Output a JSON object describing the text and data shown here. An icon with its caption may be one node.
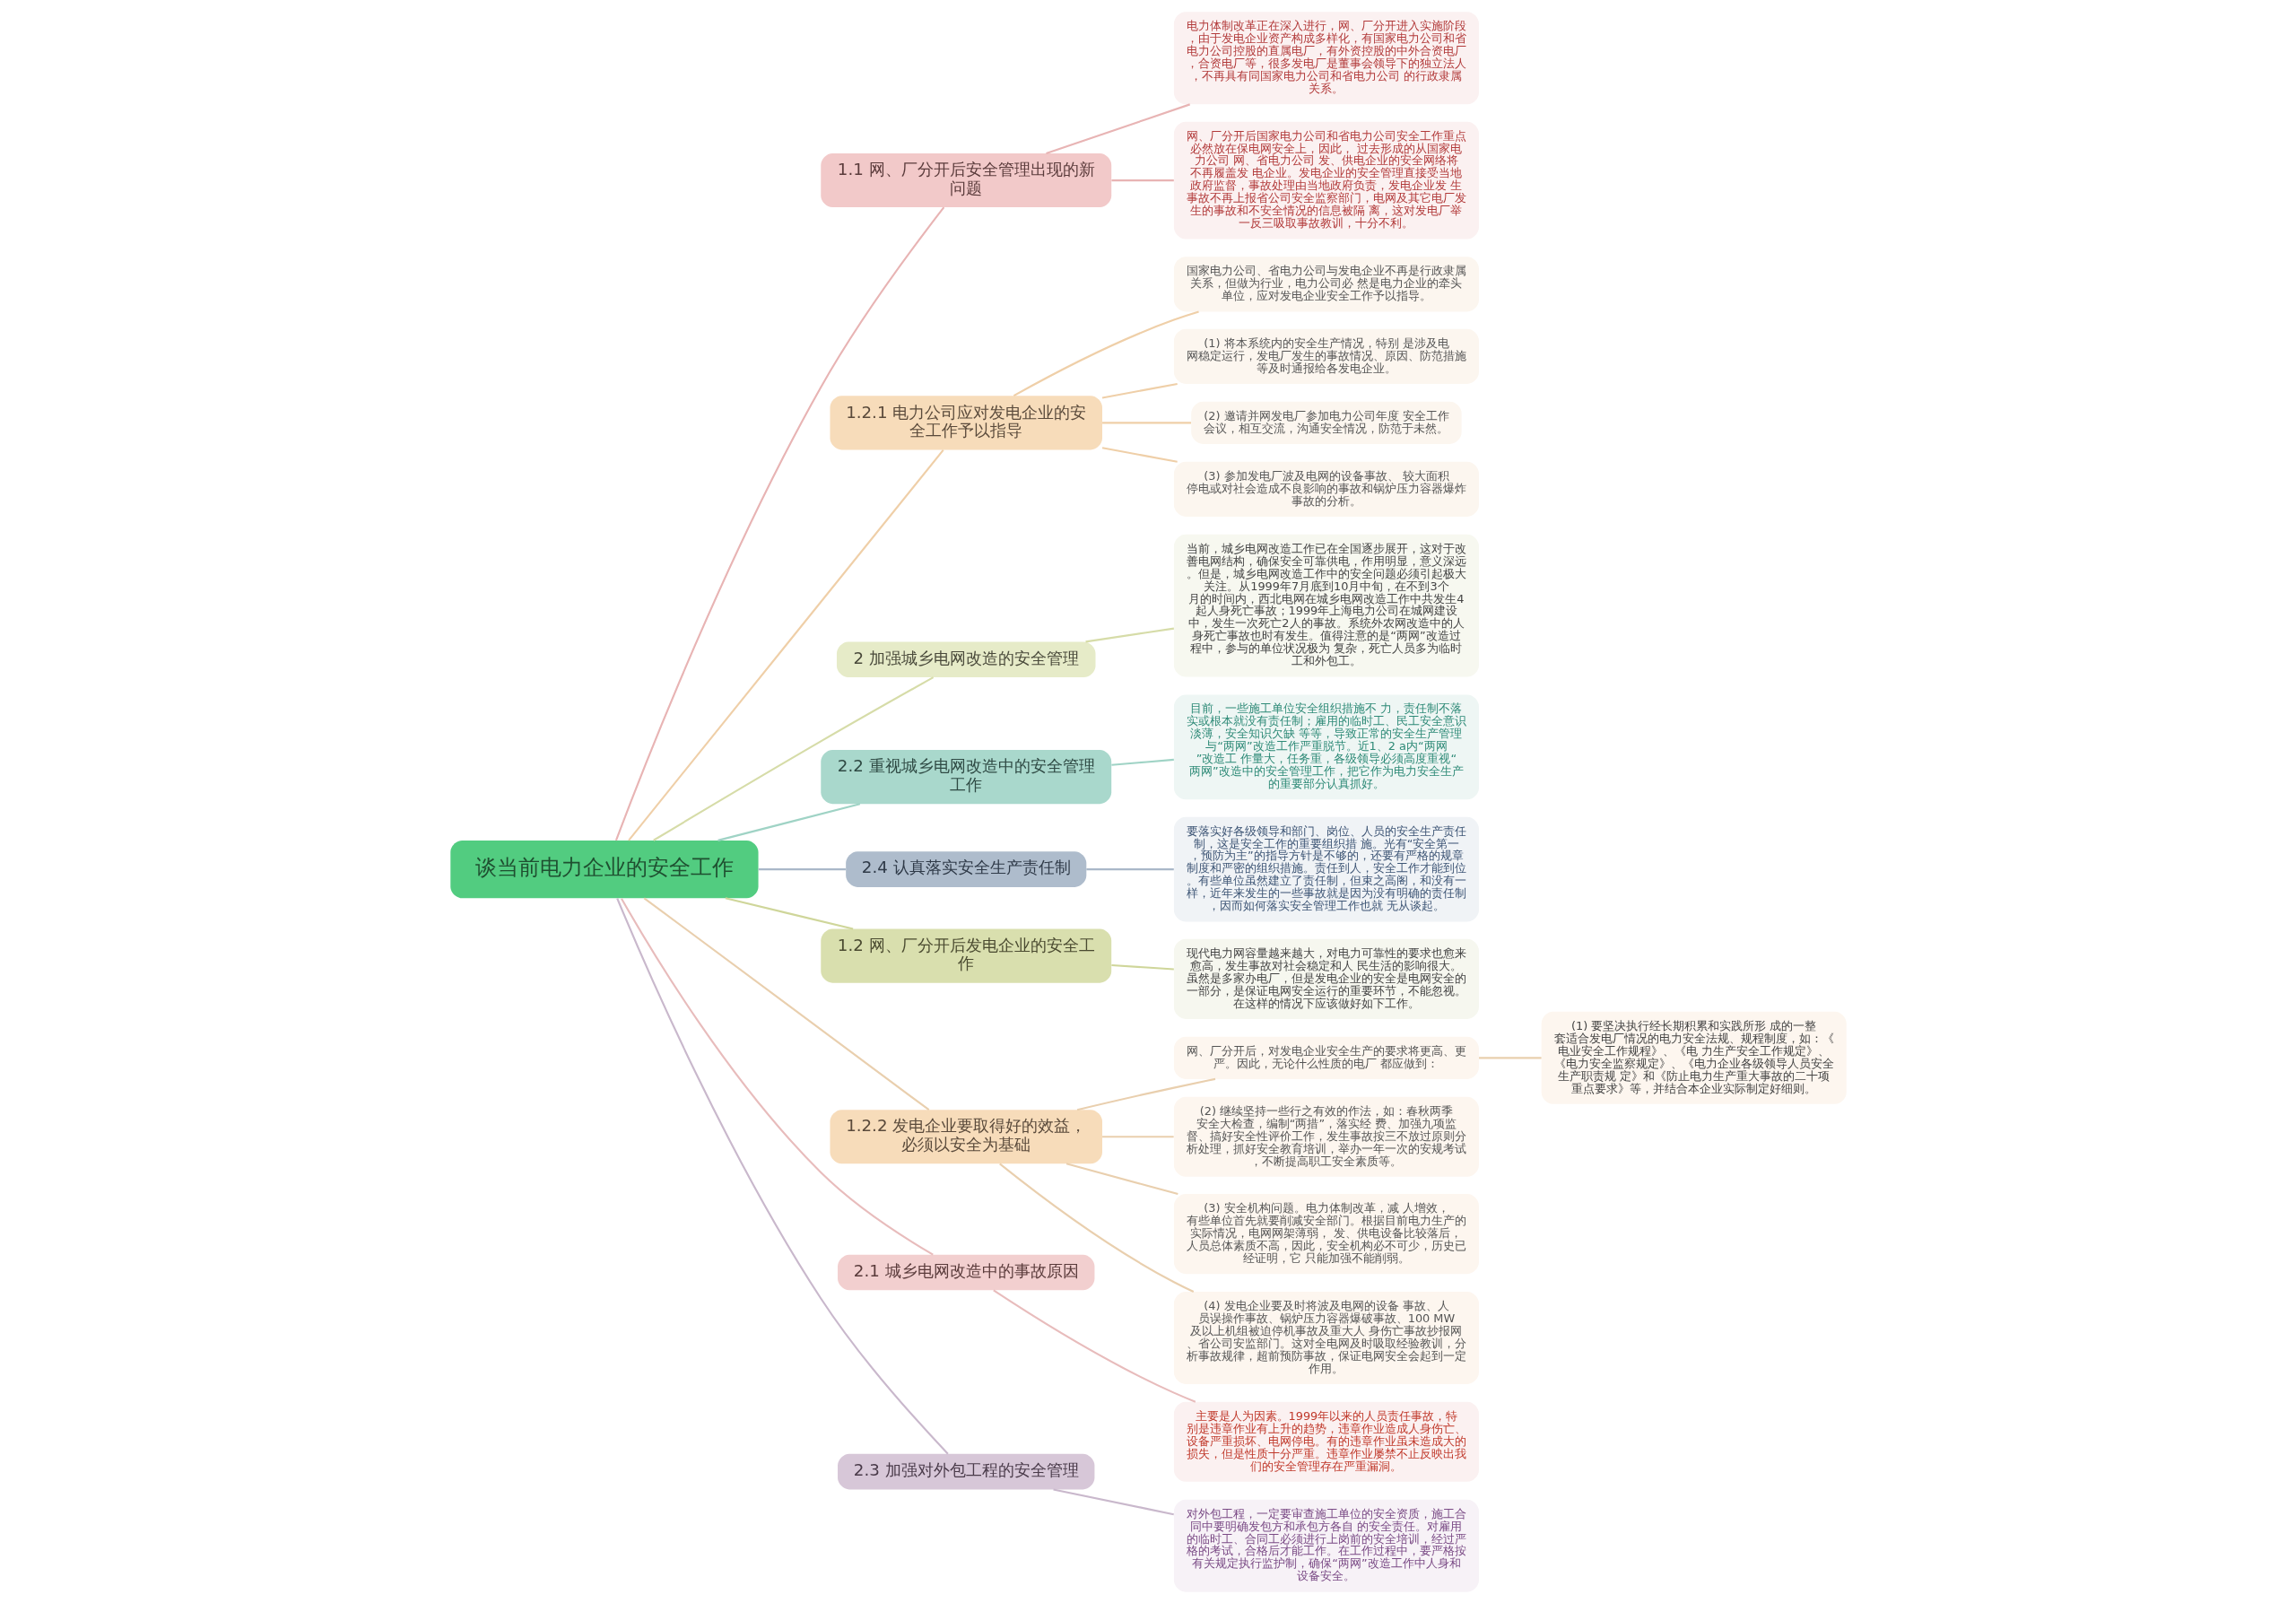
{
  "diagram": {
    "nodes": [
      {
        "text": [
          "谈当前电力企业的安全工作"
        ]
      },
      {
        "text": [
          "1.1 网、厂分开后安全管理出现的新问题"
        ]
      },
      {
        "text": [
          "电力体制改革正在深入进行，网、厂分开进入实施阶段，由于发电企业资产构成多样化，有国家电力公司和省电力公司控股的直属电厂，有外资控股的中外合资电厂，合资电厂等，很多发电厂是董事会领导下的独立法人，不再具有同国家电力公司和省电力公司 的行政隶属关系。"
        ]
      },
      {
        "text": [
          "网、厂分开后国家电力公司和省电力公司安全工作重点必然放在保电网安全上，因此， 过去形成的从国家电力公司 网、省电力公司 发、供电企业的安全网络将不再履盖发 电企业。发电企业的安全管理直接受当地政府监督，事故处理由当地政府负责，发电企业发 生事故不再上报省公司安全监察部门，电网及其它电厂发生的事故和不安全情况的信息被隔 离，这对发电厂举一反三吸取事故教训，十分不利。"
        ]
      },
      {
        "text": [
          "1.2.1 电力公司应对发电企业的安全工作予以指导"
        ]
      },
      {
        "text": [
          "国家电力公司、省电力公司与发电企业不再是行政隶属关系，但做为行业，电力公司必 然是电力企业的牵头单位，应对发电企业安全工作予以指导。"
        ]
      },
      {
        "text": [
          "(1) 将本系统内的安全生产情况，特别 是涉及电网稳定运行，发电厂发生的事故情况、原因、防范措施等及时通报给各发电企业。"
        ]
      },
      {
        "text": [
          "(2) 邀请并网发电厂参加电力公司年度 安全工作会议，相互交流，沟通安全情况，防范于未然。"
        ]
      },
      {
        "text": [
          "(3) 参加发电厂波及电网的设备事故、 较大面积停电或对社会造成不良影响的事故和锅炉压力容器爆炸事故的分析。"
        ]
      },
      {
        "text": [
          "2 加强城乡电网改造的安全管理"
        ]
      },
      {
        "text": [
          "当前，城乡电网改造工作已在全国逐步展开，这对于改善电网结构，确保安全可靠供电，作用明显，意义深远。但是，城乡电网改造工作中的安全问题必须引起极大关注。从1999年7月底到10月中旬，在不到3个月的时间内，西北电网在城乡电网改造工作中共发生4起人身死亡事故；1999年上海电力公司在城网建设中，发生一次死亡2人的事故。系统外农网改造中的人身死亡事故也时有发生。值得注意的是“两网”改造过程中，参与的单位状况极为 复杂，死亡人员多为临时工和外包工。"
        ]
      },
      {
        "text": [
          "2.2 重视城乡电网改造中的安全管理工作"
        ]
      },
      {
        "text": [
          "目前，一些施工单位安全组织措施不 力，责任制不落实或根本就没有责任制；雇用的临时工、民工安全意识淡薄，安全知识欠缺 等等，导致正常的安全生产管理与“两网”改造工作严重脱节。近1、2 a内“两网”改造工 作量大，任务重，各级领导必须高度重视“两网”改造中的安全管理工作，把它作为电力安全生产的重要部分认真抓好。"
        ]
      },
      {
        "text": [
          "2.4 认真落实安全生产责任制"
        ]
      },
      {
        "text": [
          "要落实好各级领导和部门、岗位、人员的安全生产责任制，这是安全工作的重要组织措 施。光有“安全第一，预防为主”的指导方针是不够的，还要有严格的规章制度和严密的组织措施。责任到人，安全工作才能到位。有些单位虽然建立了责任制，但束之高阁，和没有一样，近年来发生的一些事故就是因为没有明确的责任制，因而如何落实安全管理工作也就 无从谈起。"
        ]
      },
      {
        "text": [
          "1.2 网、厂分开后发电企业的安全工作"
        ]
      },
      {
        "text": [
          "现代电力网容量越来越大，对电力可靠性的要求也愈来愈高，发生事故对社会稳定和人 民生活的影响很大。虽然是多家办电厂，但是发电企业的安全是电网安全的一部分，是保证电网安全运行的重要环节，不能忽视。在这样的情况下应该做好如下工作。"
        ]
      },
      {
        "text": [
          "1.2.2 发电企业要取得好的效益，必须以安全为基础"
        ]
      },
      {
        "text": [
          "网、厂分开后，对发电企业安全生产的要求将更高、更严。因此，无论什么性质的电厂 都应做到："
        ]
      },
      {
        "text": [
          "(1) 要坚决执行经长期积累和实践所形 成的一整套适合发电厂情况的电力安全法规、规程制度，如：《电业安全工作规程》、《电 力生产安全工作规定》、《电力安全监察规定》、《电力企业各级领导人员安全生产职责规 定》和《防止电力生产重大事故的二十项重点要求》等，并结合本企业实际制定好细则。"
        ]
      },
      {
        "text": [
          "(2) 继续坚持一些行之有效的作法，如：春秋两季安全大检查，编制“两措”，落实经 费、加强九项监督、搞好安全性评价工作，发生事故按三不放过原则分析处理，抓好安全教育培训，举办一年一次的安规考试，不断提高职工安全素质等。"
        ]
      },
      {
        "text": [
          "(3) 安全机构问题。电力体制改革，减 人增效，有些单位首先就要削减安全部门。根据目前电力生产的实际情况，电网网架薄弱， 发、供电设备比较落后，人员总体素质不高，因此，安全机构必不可少，历史已经证明，它 只能加强不能削弱。"
        ]
      },
      {
        "text": [
          "(4) 发电企业要及时将波及电网的设备 事故、人员误操作事故、锅炉压力容器爆破事故、100 MW及以上机组被迫停机事故及重大人 身伤亡事故抄报网、省公司安监部门。这对全电网及时吸取经验教训，分析事故规律，超前预防事故，保证电网安全会起到一定作用。"
        ]
      },
      {
        "text": [
          "2.1 城乡电网改造中的事故原因"
        ]
      },
      {
        "text": [
          "主要是人为因素。1999年以来的人员责任事故，特别是违章作业有上升的趋势，违章作业造成人身伤亡、设备严重损坏、电网停电。有的违章作业虽未造成大的损失，但是性质十分严重。违章作业屡禁不止反映出我们的安全管理存在严重漏洞。"
        ]
      },
      {
        "text": [
          "2.3 加强对外包工程的安全管理"
        ]
      },
      {
        "text": [
          "对外包工程，一定要审查施工单位的安全资质，施工合同中要明确发包方和承包方各自 的安全责任。对雇用的临时工、合同工必须进行上岗前的安全培训，经过严格的考试，合格后才能工作。在工作过程中，要严格按有关规定执行监护制，确保“两网”改造工作中人身和设备安全。"
        ]
      }
    ],
    "edges": [
      {
        "from": 0,
        "to": 1,
        "arrow": "none",
        "color": "#e8b4b4"
      },
      {
        "from": 1,
        "to": 2,
        "arrow": "none",
        "color": "#e8b4b4"
      },
      {
        "from": 1,
        "to": 3,
        "arrow": "none",
        "color": "#e8b4b4"
      },
      {
        "from": 0,
        "to": 4,
        "arrow": "none",
        "color": "#efcfa8"
      },
      {
        "from": 4,
        "to": 5,
        "arrow": "none",
        "color": "#efcfa8"
      },
      {
        "from": 4,
        "to": 6,
        "arrow": "none",
        "color": "#efcfa8"
      },
      {
        "from": 4,
        "to": 7,
        "arrow": "none",
        "color": "#efcfa8"
      },
      {
        "from": 4,
        "to": 8,
        "arrow": "none",
        "color": "#efcfa8"
      },
      {
        "from": 0,
        "to": 9,
        "arrow": "none",
        "color": "#d6dca8"
      },
      {
        "from": 9,
        "to": 10,
        "arrow": "none",
        "color": "#d6dca8"
      },
      {
        "from": 0,
        "to": 11,
        "arrow": "none",
        "color": "#9fd3c5"
      },
      {
        "from": 11,
        "to": 12,
        "arrow": "none",
        "color": "#9fd3c5"
      },
      {
        "from": 0,
        "to": 13,
        "arrow": "none",
        "color": "#a9b7c8"
      },
      {
        "from": 13,
        "to": 14,
        "arrow": "none",
        "color": "#a9b7c8"
      },
      {
        "from": 0,
        "to": 15,
        "arrow": "none",
        "color": "#cfd69a"
      },
      {
        "from": 15,
        "to": 16,
        "arrow": "none",
        "color": "#cfd69a"
      },
      {
        "from": 0,
        "to": 17,
        "arrow": "none",
        "color": "#e9cfae"
      },
      {
        "from": 17,
        "to": 18,
        "arrow": "none",
        "color": "#e9cfae"
      },
      {
        "from": 18,
        "to": 19,
        "arrow": "none",
        "color": "#e9cfae"
      },
      {
        "from": 17,
        "to": 20,
        "arrow": "none",
        "color": "#e9cfae"
      },
      {
        "from": 17,
        "to": 21,
        "arrow": "none",
        "color": "#e9cfae"
      },
      {
        "from": 17,
        "to": 22,
        "arrow": "none",
        "color": "#e9cfae"
      },
      {
        "from": 0,
        "to": 23,
        "arrow": "none",
        "color": "#e8bcbc"
      },
      {
        "from": 23,
        "to": 24,
        "arrow": "none",
        "color": "#e8bcbc"
      },
      {
        "from": 0,
        "to": 25,
        "arrow": "none",
        "color": "#c9b8cc"
      },
      {
        "from": 25,
        "to": 26,
        "arrow": "none",
        "color": "#c9b8cc"
      }
    ]
  }
}
